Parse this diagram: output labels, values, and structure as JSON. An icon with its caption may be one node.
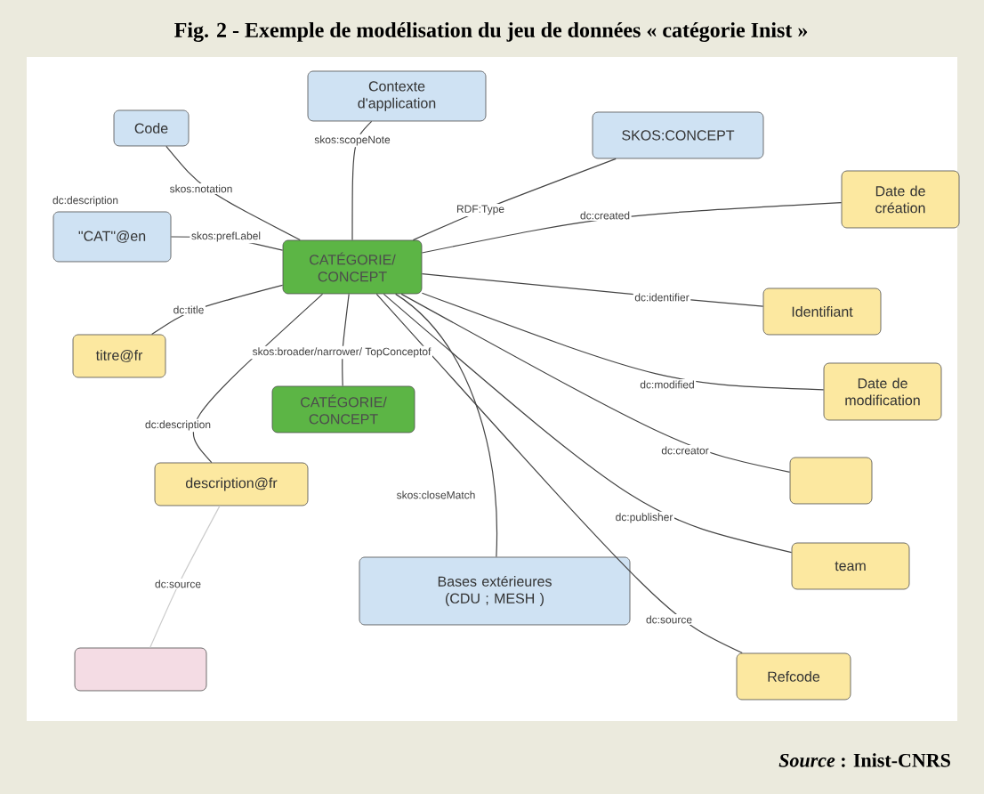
{
  "diagram": {
    "title": "Fig. 2 - Exemple de modélisation du jeu de données « catégorie Inist »",
    "caption": "*Source* : Inist-CNRS",
    "nodes": [
      {
        "text": [
          "Contexte d'application"
        ]
      },
      {
        "text": [
          "Code"
        ]
      },
      {
        "text": [
          "SKOS:CONCEPT"
        ]
      },
      {
        "text": [
          "Date de création"
        ]
      },
      {
        "text": [
          "\"CAT\"@en"
        ]
      },
      {
        "text": [
          "CATÉGORIE/ CONCEPT"
        ]
      },
      {
        "text": [
          "Identifiant"
        ]
      },
      {
        "text": [
          "titre@fr"
        ]
      },
      {
        "text": [
          "CATÉGORIE/ CONCEPT"
        ]
      },
      {
        "text": [
          "Date de modification"
        ]
      },
      {
        "text": [
          "description@fr"
        ]
      },
      {
        "text": [],
        "shape": "box"
      },
      {
        "text": [
          "Bases extérieures (CDU ; MESH )"
        ]
      },
      {
        "text": [
          "team"
        ]
      },
      {
        "text": [],
        "shape": "box"
      },
      {
        "text": [
          "Refcode"
        ]
      }
    ],
    "edges": [
      {
        "from": 5,
        "to": 1,
        "arrow": "none",
        "label": "skos:notation"
      },
      {
        "from": 5,
        "to": 0,
        "arrow": "none",
        "label": "skos:scopeNote"
      },
      {
        "from": 5,
        "to": 2,
        "arrow": "none",
        "label": "RDF:Type"
      },
      {
        "from": 5,
        "to": 3,
        "arrow": "none",
        "label": "dc:created"
      },
      {
        "from": 5,
        "to": 4,
        "arrow": "none",
        "label": "skos:prefLabel"
      },
      {
        "from": 5,
        "to": 6,
        "arrow": "none",
        "label": "dc:identifier"
      },
      {
        "from": 5,
        "to": 7,
        "arrow": "none",
        "label": "dc:title"
      },
      {
        "from": 5,
        "to": 8,
        "arrow": "none",
        "label": "skos:broader/narrower/ TopConceptof"
      },
      {
        "from": 5,
        "to": 9,
        "arrow": "none",
        "label": "dc:modified"
      },
      {
        "from": 5,
        "to": 10,
        "arrow": "none",
        "label": "dc:description"
      },
      {
        "from": 5,
        "to": 11,
        "arrow": "none",
        "label": "dc:creator"
      },
      {
        "from": 5,
        "to": 12,
        "arrow": "none",
        "label": "skos:closeMatch"
      },
      {
        "from": 5,
        "to": 13,
        "arrow": "none",
        "label": "dc:publisher"
      },
      {
        "from": 5,
        "to": 15,
        "arrow": "none",
        "label": "dc:source"
      },
      {
        "from": 10,
        "to": 14,
        "arrow": "none",
        "label": "dc:source",
        "color": "#cccccc"
      }
    ],
    "labels": [
      "dc:description"
    ]
  }
}
